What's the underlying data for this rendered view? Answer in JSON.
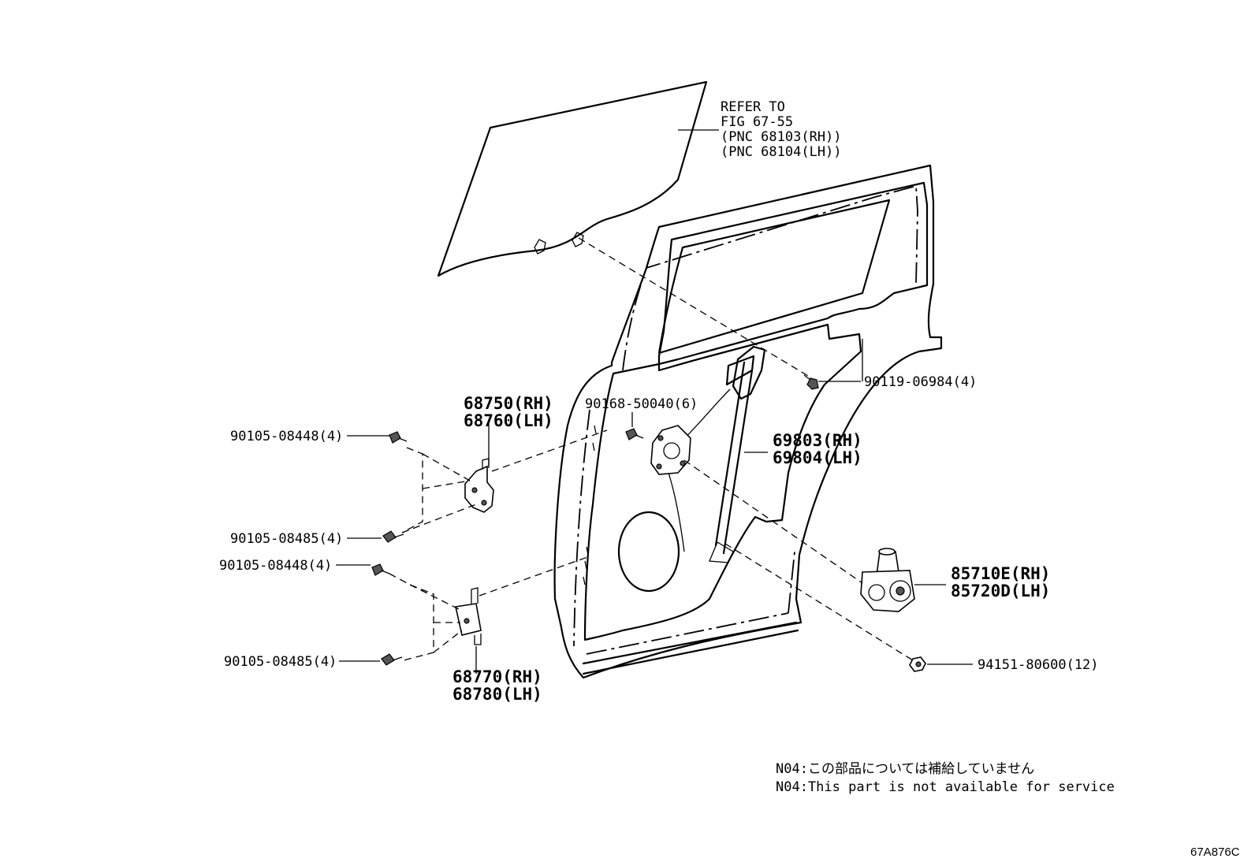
{
  "reference": {
    "line1": "REFER TO",
    "line2": "FIG 67-55",
    "line3": "(PNC 68103(RH))",
    "line4": "(PNC 68104(LH))"
  },
  "parts": {
    "hinge_upper": {
      "rh": "68750(RH)",
      "lh": "68760(LH)"
    },
    "hinge_lower": {
      "rh": "68770(RH)",
      "lh": "68780(LH)"
    },
    "regulator": {
      "rh": "69803(RH)",
      "lh": "69804(LH)"
    },
    "motor": {
      "rh": "85710E(RH)",
      "lh": "85720D(LH)"
    },
    "bolt_upper_1": "90105-08448(4)",
    "bolt_upper_2": "90105-08485(4)",
    "bolt_lower_1": "90105-08448(4)",
    "bolt_lower_2": "90105-08485(4)",
    "bolt_glass": "90119-06984(4)",
    "bolt_regulator": "90168-50040(6)",
    "nut": "94151-80600(12)"
  },
  "notes": {
    "jp": "N04:この部品については補給していません",
    "en": "N04:This part is not available for service"
  },
  "figure_code": "67A876C"
}
